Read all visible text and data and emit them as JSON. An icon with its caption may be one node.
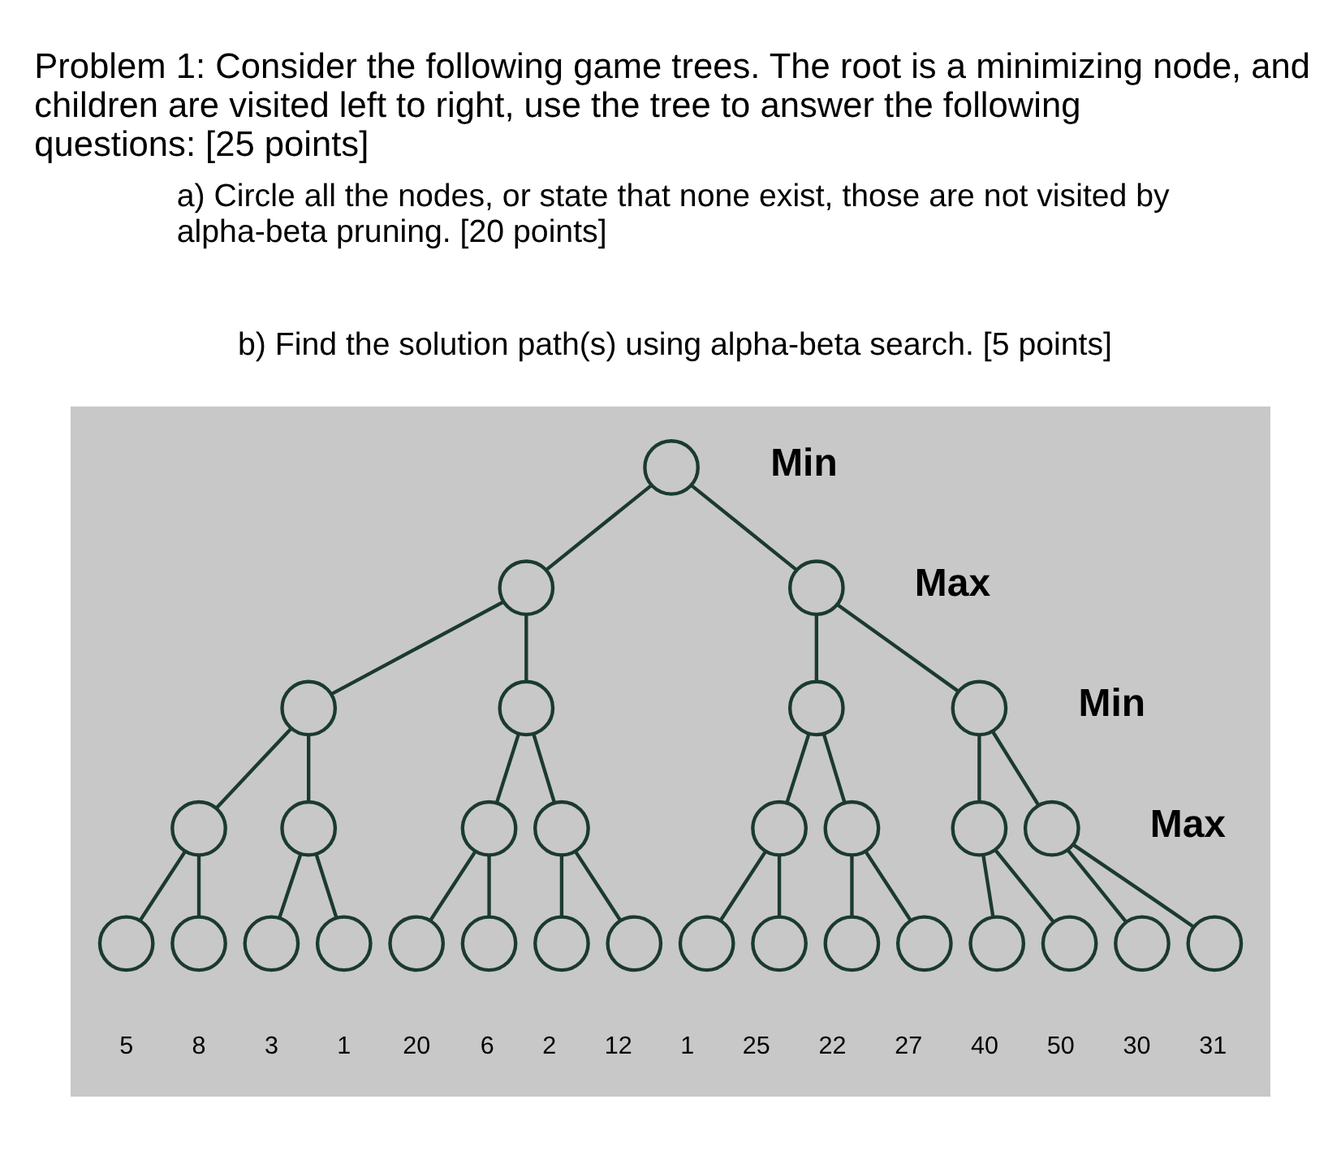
{
  "diagram": {
    "title": "Problem 1: Consider the following game trees. The root is a minimizing node, and children are visited left to right, use the tree to answer the following questions: [25 points]",
    "nodes": [
      {
        "text": [],
        "shape": "box"
      },
      {
        "text": [],
        "shape": "circle",
        "in": 0
      },
      {
        "text": [],
        "shape": "circle",
        "in": 0
      },
      {
        "text": [],
        "shape": "circle",
        "in": 0
      },
      {
        "text": [],
        "shape": "circle",
        "in": 0
      },
      {
        "text": [],
        "shape": "circle",
        "in": 0
      },
      {
        "text": [],
        "shape": "circle",
        "in": 0
      },
      {
        "text": [],
        "shape": "circle",
        "in": 0
      },
      {
        "text": [],
        "shape": "circle",
        "in": 0
      },
      {
        "text": [],
        "shape": "circle",
        "in": 0
      },
      {
        "text": [],
        "shape": "circle",
        "in": 0
      },
      {
        "text": [],
        "shape": "circle",
        "in": 0
      },
      {
        "text": [],
        "shape": "circle",
        "in": 0
      },
      {
        "text": [],
        "shape": "circle",
        "in": 0
      },
      {
        "text": [],
        "shape": "circle",
        "in": 0
      },
      {
        "text": [],
        "shape": "circle",
        "in": 0
      },
      {
        "text": [],
        "shape": "circle",
        "in": 0,
        "beside": [
          "5"
        ]
      },
      {
        "text": [],
        "shape": "circle",
        "in": 0,
        "beside": [
          "8"
        ]
      },
      {
        "text": [],
        "shape": "circle",
        "in": 0,
        "beside": [
          "3"
        ]
      },
      {
        "text": [],
        "shape": "circle",
        "in": 0,
        "beside": [
          "1"
        ]
      },
      {
        "text": [],
        "shape": "circle",
        "in": 0,
        "beside": [
          "20"
        ]
      },
      {
        "text": [],
        "shape": "circle",
        "in": 0,
        "beside": [
          "6"
        ]
      },
      {
        "text": [],
        "shape": "circle",
        "in": 0,
        "beside": [
          "2"
        ]
      },
      {
        "text": [],
        "shape": "circle",
        "in": 0,
        "beside": [
          "12"
        ]
      },
      {
        "text": [],
        "shape": "circle",
        "in": 0,
        "beside": [
          "1"
        ]
      },
      {
        "text": [],
        "shape": "circle",
        "in": 0,
        "beside": [
          "25"
        ]
      },
      {
        "text": [],
        "shape": "circle",
        "in": 0,
        "beside": [
          "22"
        ]
      },
      {
        "text": [],
        "shape": "circle",
        "in": 0,
        "beside": [
          "27"
        ]
      },
      {
        "text": [],
        "shape": "circle",
        "in": 0,
        "beside": [
          "40"
        ]
      },
      {
        "text": [],
        "shape": "circle",
        "in": 0,
        "beside": [
          "50"
        ]
      },
      {
        "text": [],
        "shape": "circle",
        "in": 0,
        "beside": [
          "30"
        ]
      },
      {
        "text": [],
        "shape": "circle",
        "in": 0,
        "beside": [
          "31"
        ]
      }
    ],
    "edges": [
      {
        "from": 1,
        "to": 2,
        "arrow": "none"
      },
      {
        "from": 1,
        "to": 3,
        "arrow": "none"
      },
      {
        "from": 2,
        "to": 4,
        "arrow": "none"
      },
      {
        "from": 2,
        "to": 5,
        "arrow": "none"
      },
      {
        "from": 3,
        "to": 6,
        "arrow": "none"
      },
      {
        "from": 3,
        "to": 7,
        "arrow": "none"
      },
      {
        "from": 4,
        "to": 8,
        "arrow": "none"
      },
      {
        "from": 4,
        "to": 9,
        "arrow": "none"
      },
      {
        "from": 5,
        "to": 10,
        "arrow": "none"
      },
      {
        "from": 5,
        "to": 11,
        "arrow": "none"
      },
      {
        "from": 6,
        "to": 12,
        "arrow": "none"
      },
      {
        "from": 6,
        "to": 13,
        "arrow": "none"
      },
      {
        "from": 7,
        "to": 14,
        "arrow": "none"
      },
      {
        "from": 7,
        "to": 15,
        "arrow": "none"
      },
      {
        "from": 8,
        "to": 16,
        "arrow": "none"
      },
      {
        "from": 8,
        "to": 17,
        "arrow": "none"
      },
      {
        "from": 9,
        "to": 18,
        "arrow": "none"
      },
      {
        "from": 9,
        "to": 19,
        "arrow": "none"
      },
      {
        "from": 10,
        "to": 20,
        "arrow": "none"
      },
      {
        "from": 10,
        "to": 21,
        "arrow": "none"
      },
      {
        "from": 11,
        "to": 22,
        "arrow": "none"
      },
      {
        "from": 11,
        "to": 23,
        "arrow": "none"
      },
      {
        "from": 12,
        "to": 24,
        "arrow": "none"
      },
      {
        "from": 12,
        "to": 25,
        "arrow": "none"
      },
      {
        "from": 13,
        "to": 26,
        "arrow": "none"
      },
      {
        "from": 13,
        "to": 27,
        "arrow": "none"
      },
      {
        "from": 14,
        "to": 28,
        "arrow": "none"
      },
      {
        "from": 14,
        "to": 29,
        "arrow": "none"
      },
      {
        "from": 15,
        "to": 30,
        "arrow": "none"
      },
      {
        "from": 15,
        "to": 31,
        "arrow": "none"
      }
    ],
    "labels": [
      "a) Circle all the nodes, or state that none exist, those are not visited by alpha-beta pruning. [20 points]",
      "b) Find the solution path(s) using alpha-beta search. [5 points]",
      "Min",
      "Max",
      "Min",
      "Max"
    ]
  }
}
